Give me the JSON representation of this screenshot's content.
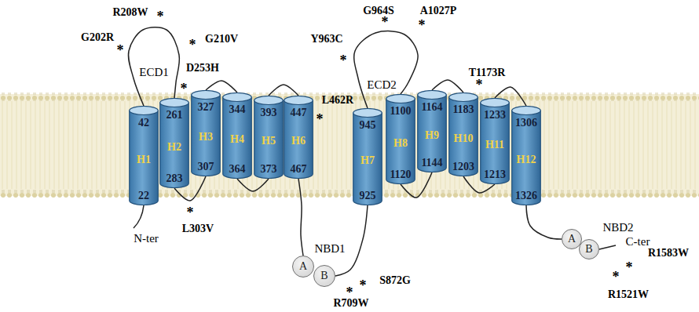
{
  "diagram": {
    "nodes": [
      {
        "text": [
          "42",
          "H1",
          "22"
        ]
      },
      {
        "text": [
          "261",
          "H2",
          "283"
        ]
      },
      {
        "text": [
          "327",
          "H3",
          "307"
        ]
      },
      {
        "text": [
          "344",
          "H4",
          "364"
        ]
      },
      {
        "text": [
          "393",
          "H5",
          "373"
        ]
      },
      {
        "text": [
          "447",
          "H6",
          "467"
        ]
      },
      {
        "text": [
          "945",
          "H7",
          "925"
        ]
      },
      {
        "text": [
          "1100",
          "H8",
          "1120"
        ]
      },
      {
        "text": [
          "1164",
          "H9",
          "1144"
        ]
      },
      {
        "text": [
          "1183",
          "H10",
          "1203"
        ]
      },
      {
        "text": [
          "1233",
          "H11",
          "1213"
        ]
      },
      {
        "text": [
          "1306",
          "H12",
          "1326"
        ]
      },
      {
        "text": [
          "A"
        ]
      },
      {
        "text": [
          "B"
        ]
      },
      {
        "text": [
          "A"
        ]
      },
      {
        "text": [
          "B"
        ]
      }
    ],
    "edges": [
      {
        "from": 0,
        "to": 1,
        "arrow": "none"
      },
      {
        "from": 1,
        "to": 2,
        "arrow": "none"
      },
      {
        "from": 2,
        "to": 3,
        "arrow": "none"
      },
      {
        "from": 3,
        "to": 4,
        "arrow": "none"
      },
      {
        "from": 4,
        "to": 5,
        "arrow": "none"
      },
      {
        "from": 5,
        "to": 12,
        "arrow": "none"
      },
      {
        "from": 13,
        "to": 6,
        "arrow": "none"
      },
      {
        "from": 6,
        "to": 7,
        "arrow": "none"
      },
      {
        "from": 7,
        "to": 8,
        "arrow": "none"
      },
      {
        "from": 8,
        "to": 9,
        "arrow": "none"
      },
      {
        "from": 9,
        "to": 10,
        "arrow": "none"
      },
      {
        "from": 10,
        "to": 11,
        "arrow": "none"
      },
      {
        "from": 11,
        "to": 14,
        "arrow": "none"
      }
    ],
    "labels": [
      "R208W",
      "*",
      "G202R",
      "*",
      "G210V",
      "*",
      "ECD1",
      "D253H",
      "*",
      "L462R",
      "*",
      "L303V",
      "*",
      "N-ter",
      "Y963C",
      "*",
      "G964S",
      "*",
      "A1027P",
      "*",
      "ECD2",
      "T1173R",
      "*",
      "NBD1",
      "*",
      "*",
      "S872G",
      "R709W",
      "NBD2",
      "C-ter",
      "*",
      "*",
      "R1583W",
      "R1521W"
    ]
  }
}
